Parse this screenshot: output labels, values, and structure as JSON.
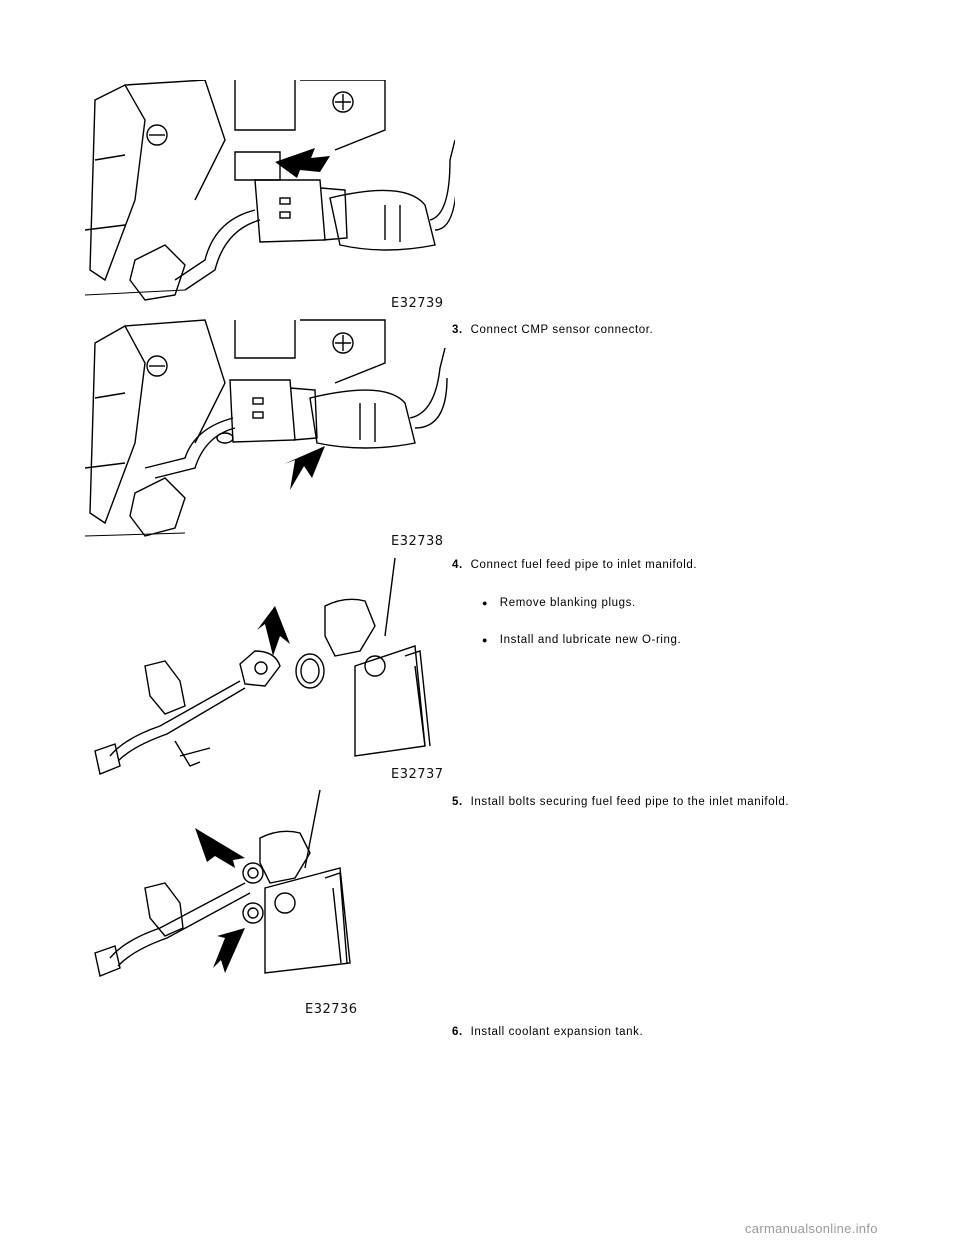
{
  "figures": [
    {
      "id": "E32739"
    },
    {
      "id": "E32738"
    },
    {
      "id": "E32737"
    },
    {
      "id": "E32736"
    }
  ],
  "steps": [
    {
      "number": "3.",
      "text": "Connect CMP sensor connector."
    },
    {
      "number": "4.",
      "text": "Connect fuel feed pipe to inlet manifold.",
      "bullets": [
        "Remove blanking plugs.",
        "Install and lubricate new O-ring."
      ]
    },
    {
      "number": "5.",
      "text": "Install bolts securing fuel feed pipe to the inlet manifold."
    },
    {
      "number": "6.",
      "text": "Install coolant expansion tank."
    }
  ],
  "bullet_glyph": "●",
  "watermark": "carmanualsonline.info"
}
